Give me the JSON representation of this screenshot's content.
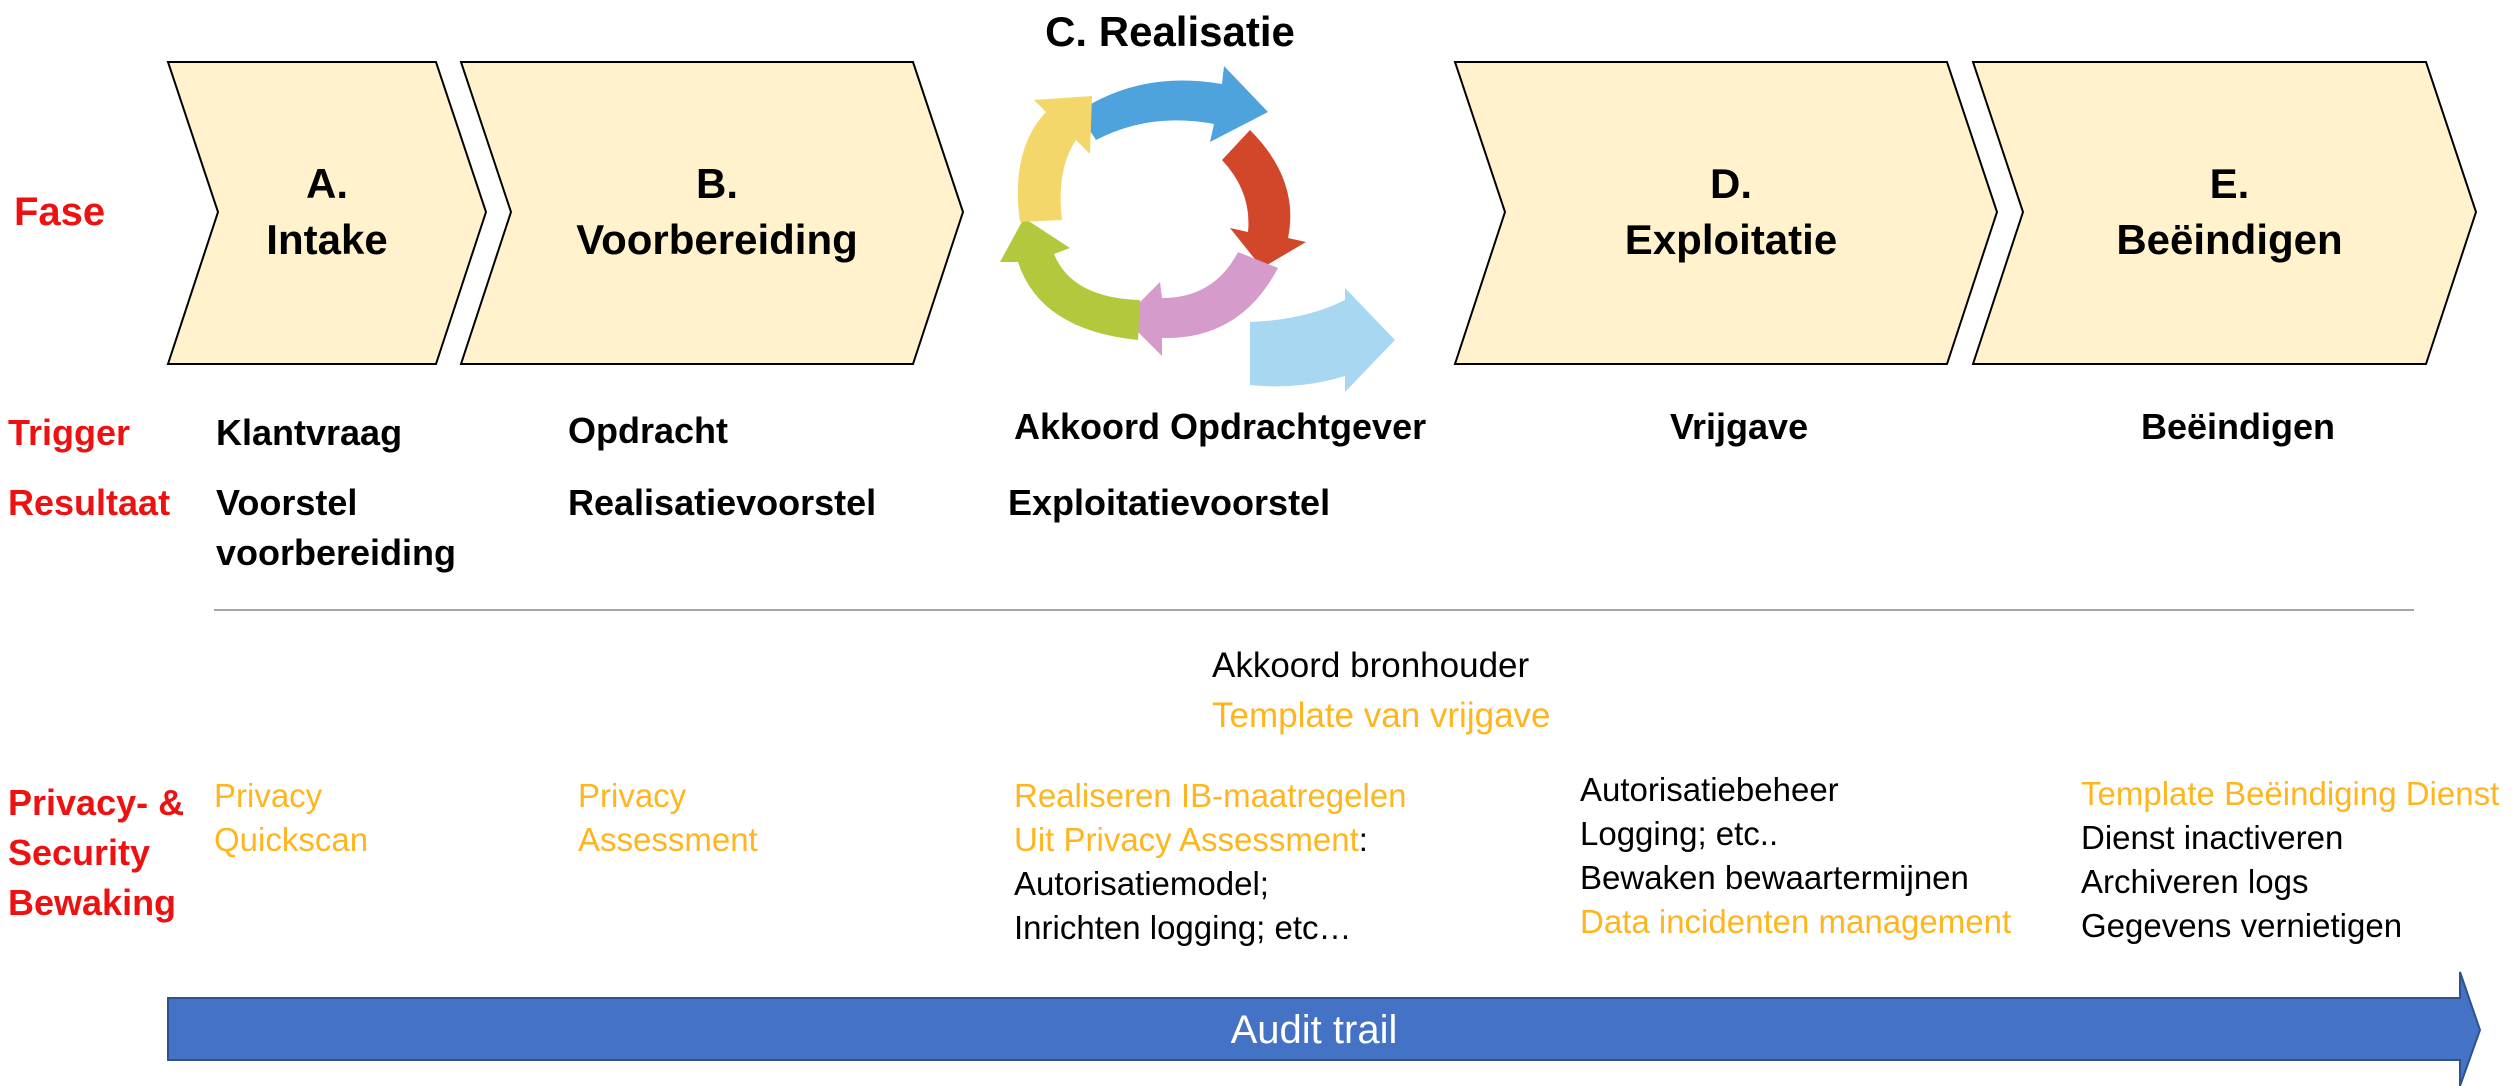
{
  "labels": {
    "fase": "Fase",
    "trigger": "Trigger",
    "resultaat": "Resultaat",
    "bewaking": [
      "Privacy- &",
      "Security",
      "Bewaking"
    ]
  },
  "phases": [
    {
      "letter": "A.",
      "name": "Intake"
    },
    {
      "letter": "B.",
      "name": "Voorbereiding"
    },
    {
      "letter": "C.",
      "name": "Realisatie",
      "title": "C. Realisatie"
    },
    {
      "letter": "D.",
      "name": "Exploitatie"
    },
    {
      "letter": "E.",
      "name": "Beëindigen"
    }
  ],
  "triggers": [
    "Klantvraag",
    "Opdracht",
    "Akkoord Opdrachtgever",
    "Vrijgave",
    "Beëindigen"
  ],
  "results": [
    "Voorstel",
    "voorbereiding",
    "Realisatievoorstel",
    "Exploitatievoorstel"
  ],
  "middle": {
    "akkoord": "Akkoord bronhouder",
    "template": "Template van vrijgave"
  },
  "bewaking": {
    "a": [
      "Privacy",
      "Quickscan"
    ],
    "b": [
      "Privacy",
      "Assessment"
    ],
    "c": [
      "Realiseren IB-maatregelen",
      "Uit Privacy Assessment",
      ":",
      "Autorisatiemodel;",
      "Inrichten logging; etc…"
    ],
    "d": [
      "Autorisatiebeheer",
      "Logging; etc..",
      "Bewaken  bewaartermijnen",
      "Data incidenten management"
    ],
    "e": [
      "Template Beëindiging Dienst",
      "Dienst inactiveren",
      "Archiveren logs",
      "Gegevens  vernietigen"
    ]
  },
  "audit": "Audit trail",
  "colors": {
    "chevron_fill": "#fff2cc",
    "label_red": "#ee1111",
    "highlight_orange": "#ffb61e",
    "audit_blue": "#4472c4",
    "cycle_blue": "#4fa3dc",
    "cycle_red": "#d2472a",
    "cycle_pink": "#d59ccb",
    "cycle_green": "#b3c83c",
    "cycle_yellow": "#f4d76b",
    "cycle_lightblue": "#a8d7f2"
  }
}
